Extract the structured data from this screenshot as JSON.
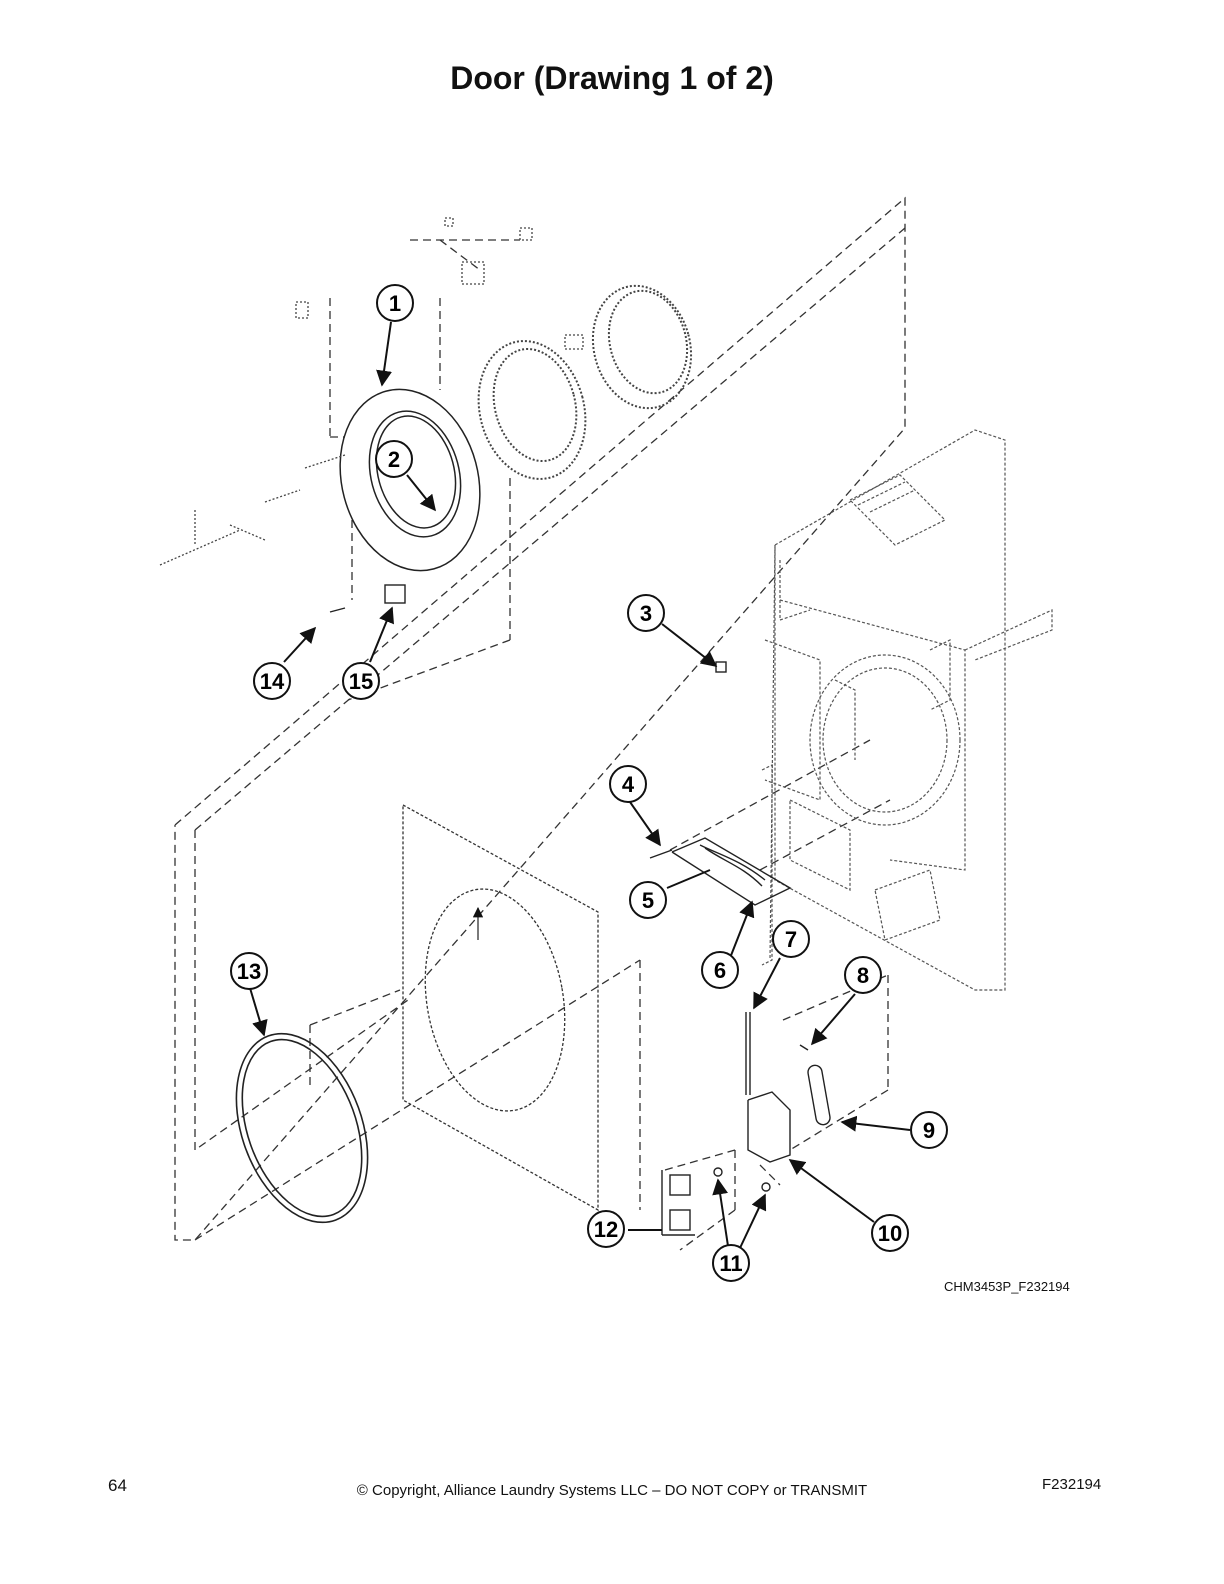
{
  "page": {
    "title": "Door (Drawing 1 of 2)",
    "drawing_id": "CHM3453P_F232194",
    "footer": {
      "page_number": "64",
      "copyright": "© Copyright, Alliance Laundry Systems LLC – DO NOT COPY or TRANSMIT",
      "doc_code": "F232194"
    }
  },
  "callouts": [
    "1",
    "2",
    "3",
    "4",
    "5",
    "6",
    "7",
    "8",
    "9",
    "10",
    "11",
    "11",
    "12",
    "13",
    "14",
    "15"
  ]
}
